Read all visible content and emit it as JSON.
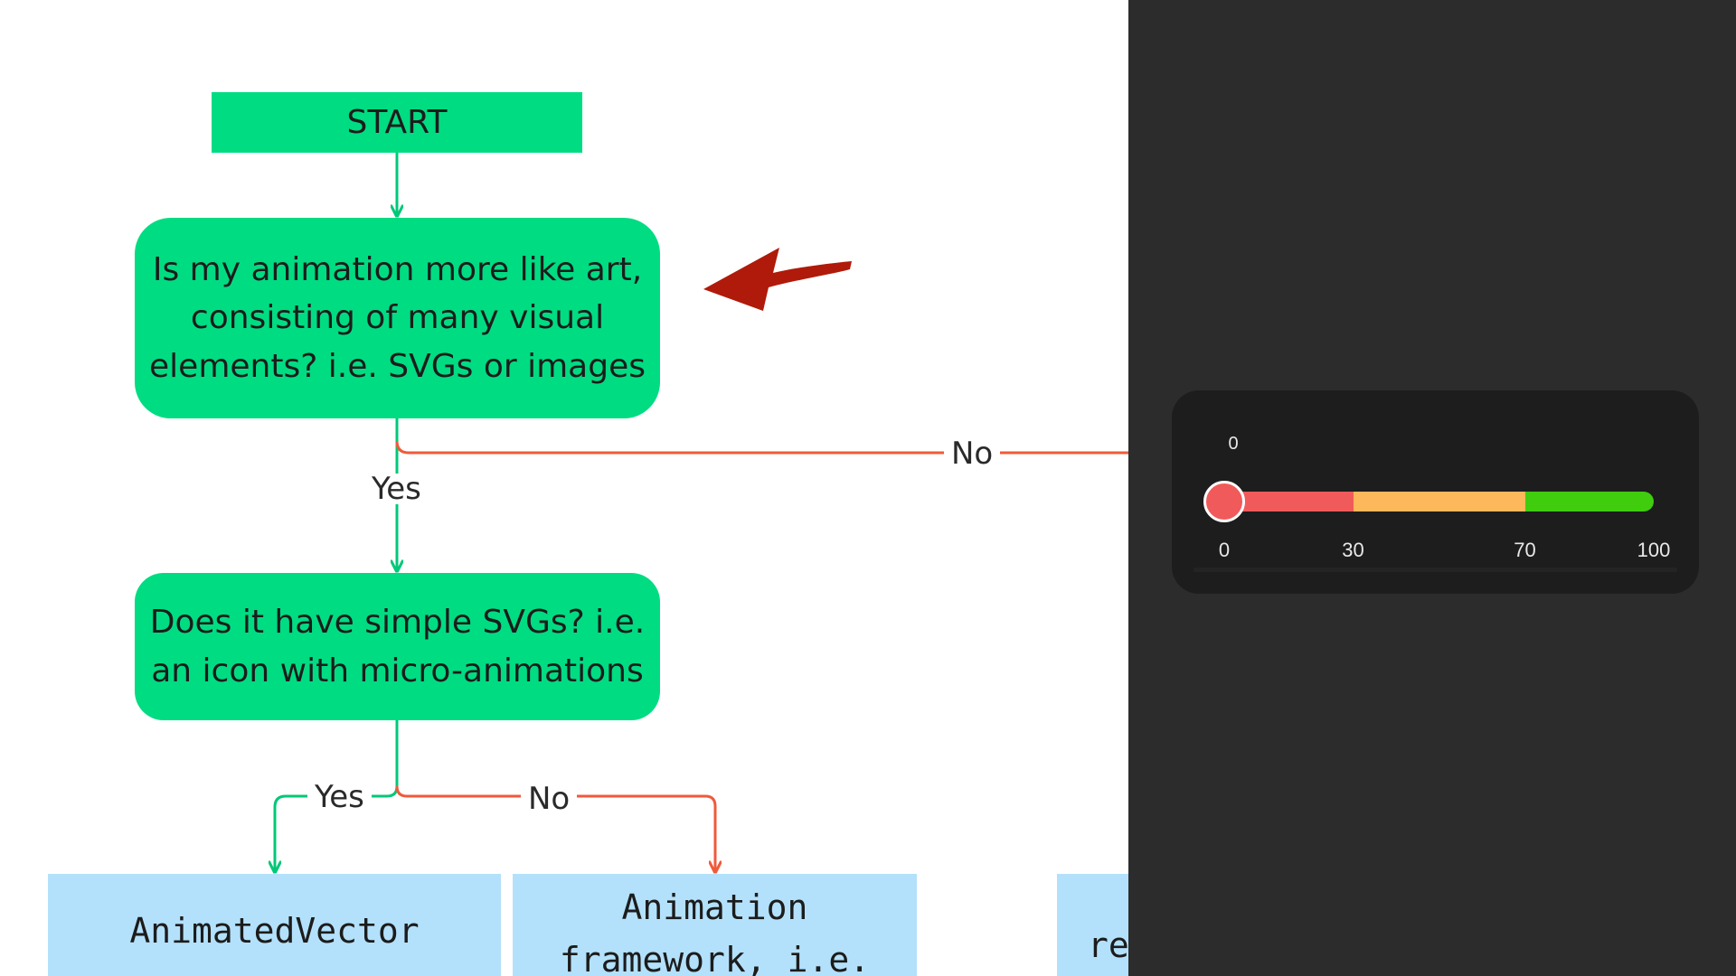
{
  "flowchart": {
    "start": "START",
    "question1": [
      "Is my animation more like art,",
      "consisting of many visual",
      "elements? i.e. SVGs or images"
    ],
    "question2": [
      "Does it have simple SVGs? i.e.",
      "an icon with micro-animations"
    ],
    "edges": {
      "q1_no": "No",
      "q1_yes": "Yes",
      "q2_yes": "Yes",
      "q2_no": "No"
    },
    "outcomes": {
      "left": [
        "AnimatedVector"
      ],
      "middle": [
        "Animation",
        "framework, i.e."
      ],
      "right": [
        "re"
      ]
    },
    "colors": {
      "node": "#00dc82",
      "outcome": "#b3e1fb",
      "yes_line": "#00c878",
      "no_line": "#f05a3a",
      "annotation_arrow": "#b01a0a"
    }
  },
  "slider": {
    "value": 0,
    "value_label": "0",
    "min": 0,
    "max": 100,
    "ticks": [
      {
        "value": 0,
        "label": "0"
      },
      {
        "value": 30,
        "label": "30"
      },
      {
        "value": 70,
        "label": "70"
      },
      {
        "value": 100,
        "label": "100"
      }
    ],
    "segments": [
      {
        "from": 0,
        "to": 30,
        "color": "#f15a5a"
      },
      {
        "from": 30,
        "to": 70,
        "color": "#fcb85a"
      },
      {
        "from": 70,
        "to": 100,
        "color": "#3fcd0e"
      }
    ],
    "panel_color": "#2c2c2c",
    "card_color": "#1d1d1d"
  }
}
